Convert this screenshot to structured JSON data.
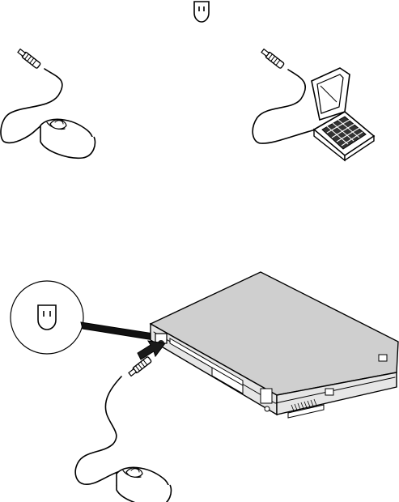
{
  "figure": {
    "port_icon": "pointing-device-port-icon",
    "panels": [
      {
        "id": "mouse-connection",
        "device": "mouse-icon",
        "connector": "ps2-connector-icon"
      },
      {
        "id": "keypad-connection",
        "device": "numeric-keypad-icon",
        "connector": "ps2-connector-icon"
      },
      {
        "id": "laptop-connection",
        "device": "laptop-computer-icon",
        "connector": "ps2-connector-icon",
        "callout": "pointing-device-port-icon",
        "direction": "arrow-right-icon",
        "peripheral": "mouse-icon"
      }
    ],
    "colors": {
      "ink": "#000000",
      "laptop_gray": "#cfcfcf",
      "keypad_dark": "#333333",
      "arrow": "#1a1a1a"
    }
  }
}
